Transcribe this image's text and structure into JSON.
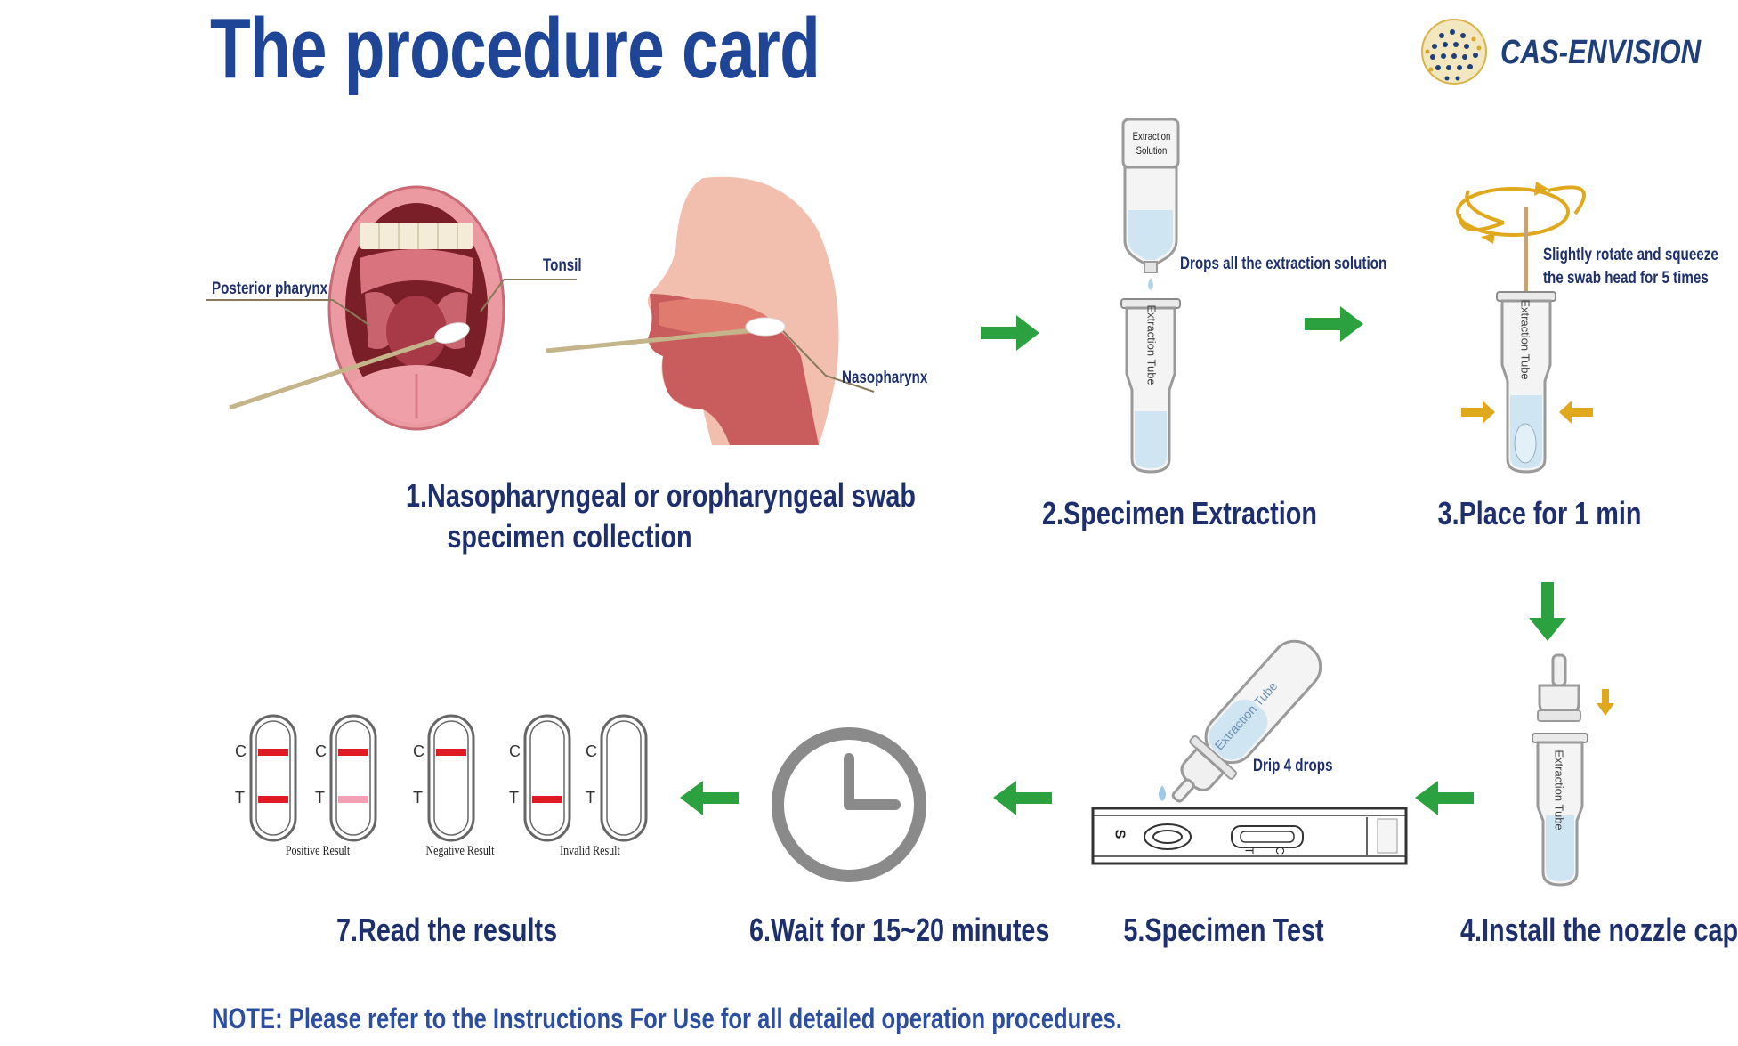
{
  "header": {
    "title": "The procedure card",
    "brand": "CAS-ENVISION"
  },
  "step1": {
    "title_line1": "1.Nasopharyngeal or oropharyngeal swab",
    "title_line2": "specimen collection",
    "label_posterior": "Posterior pharynx",
    "label_tonsil": "Tonsil",
    "label_nasopharynx": "Nasopharynx"
  },
  "step2": {
    "title": "2.Specimen Extraction",
    "bottle_label_line1": "Extraction",
    "bottle_label_line2": "Solution",
    "tube_label": "Extraction Tube",
    "instruction": "Drops all the extraction solution"
  },
  "step3": {
    "title": "3.Place for 1 min",
    "instruction_line1": "Slightly rotate and squeeze",
    "instruction_line2": "the swab head for 5 times",
    "tube_label": "Extraction Tube"
  },
  "step4": {
    "title": "4.Install the nozzle cap",
    "tube_label": "Extraction Tube"
  },
  "step5": {
    "title": "5.Specimen Test",
    "instruction": "Drip 4 drops",
    "tube_label": "Extraction Tube",
    "sample_mark": "S",
    "control_mark": "C",
    "test_mark": "T"
  },
  "step6": {
    "title": "6.Wait for 15~20 minutes"
  },
  "step7": {
    "title": "7.Read the results",
    "result_positive": "Positive Result",
    "result_negative": "Negative Result",
    "result_invalid": "Invalid Result",
    "mark_c": "C",
    "mark_t": "T"
  },
  "footer": {
    "note": "NOTE: Please refer to the Instructions For Use for all detailed operation procedures."
  },
  "colors": {
    "title_blue": "#1f4596",
    "label_navy": "#1e2f6e",
    "arrow_green": "#2ca140",
    "accent_gold": "#e0a81c",
    "line_red": "#e11b25",
    "line_pink": "#f3a0b4"
  }
}
